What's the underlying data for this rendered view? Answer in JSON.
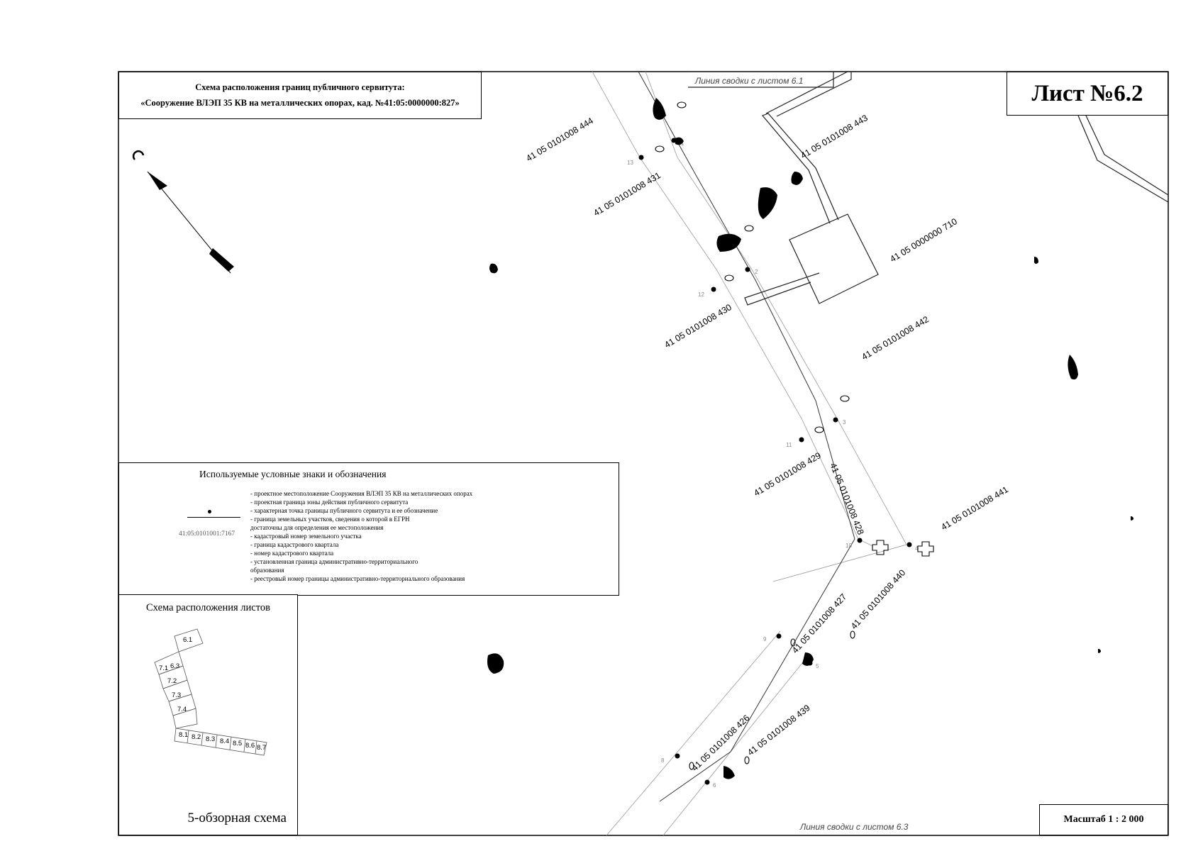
{
  "title": {
    "line1": "Схема расположения границ публичного сервитута:",
    "line2": "«Сооружение ВЛЭП 35 КВ на металлических опорах, кад. №41:05:0000000:827»"
  },
  "sheet_label": "Лист №6.2",
  "scale_label": "Масштаб 1 : 2 000",
  "match_lines": {
    "top": "Линия сводки с листом 6.1",
    "bottom": "Линия сводки с листом 6.3"
  },
  "parcels": [
    "41 05 0101008 444",
    "41 05 0101008 443",
    "41 05 0101008 431",
    "41 05 0000000 710",
    "41 05 0101008 430",
    "41 05 0101008 442",
    "41 05 0101008 429",
    "41 05 0101008 428",
    "41 05 0101008 441",
    "41 05 0101008 427",
    "41 05 0101008 440",
    "41 05 0101008 439",
    "41 05 0101008 426"
  ],
  "legend": {
    "title": "Используемые условные знаки и обозначения",
    "items": [
      "- проектное местоположение Сооружения ВЛЭП 35 КВ на металлических опорах",
      "- проектная граница зоны действия публичного сервитута",
      "- характерная точка границы публичного сервитута и ее обозначение",
      "- граница земельных участков, сведения о которой в ЕГРН",
      "  достаточны для определения ее местоположения",
      "- кадастровый номер земельного участка",
      "- граница кадастрового квартала",
      "- номер кадастрового квартала",
      "- установленная граница административно-территориального",
      "  образования",
      "- реестровый номер границы административно-территориального образования"
    ],
    "sample_cad": "41:05:0101001:7167"
  },
  "overview": {
    "title": "Схема расположения листов",
    "caption": "5-обзорная схема",
    "sheets": [
      "6.1",
      "7.1",
      "6.3",
      "7.2",
      "7.3",
      "7.4",
      "8.1",
      "8.2",
      "8.3",
      "8.4",
      "8.5",
      "8.6",
      "8.7"
    ]
  },
  "icons": {
    "north_arrow": "north-arrow-icon",
    "bushes": "bush-icon",
    "trees": "tree-icon"
  }
}
